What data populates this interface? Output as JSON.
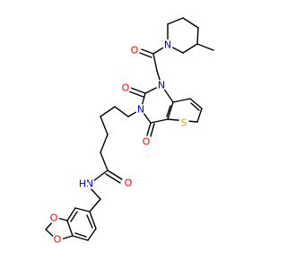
{
  "colors": {
    "carbon_bond": "#000000",
    "oxygen": "#ff0000",
    "nitrogen": "#0000ff",
    "sulfur": "#b8b800",
    "background": "#ffffff"
  },
  "atoms": [
    {
      "id": "o_pip_carbonyl",
      "label": "O",
      "element": "O"
    },
    {
      "id": "n_piperidine",
      "label": "N",
      "element": "N"
    },
    {
      "id": "n1_ring",
      "label": "N",
      "element": "N"
    },
    {
      "id": "o_c2",
      "label": "O",
      "element": "O"
    },
    {
      "id": "n3_ring",
      "label": "N",
      "element": "N"
    },
    {
      "id": "o_c4",
      "label": "O",
      "element": "O"
    },
    {
      "id": "s_thiophene",
      "label": "S",
      "element": "S"
    },
    {
      "id": "o_amide",
      "label": "O",
      "element": "O"
    },
    {
      "id": "n_amide",
      "label": "N",
      "element": "N"
    },
    {
      "id": "h_amide",
      "label": "H",
      "element": "N"
    },
    {
      "id": "o_diox_upper",
      "label": "O",
      "element": "O"
    },
    {
      "id": "o_diox_lower",
      "label": "O",
      "element": "O"
    }
  ]
}
